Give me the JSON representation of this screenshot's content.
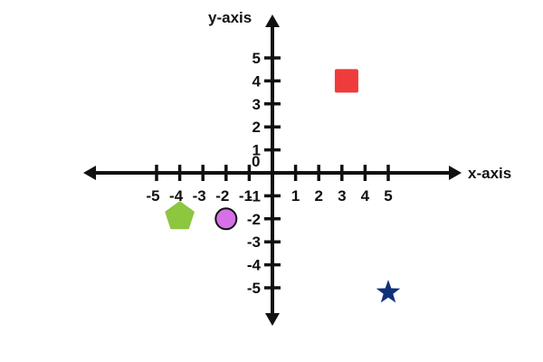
{
  "plane": {
    "x_axis_label": "x-axis",
    "y_axis_label": "y-axis",
    "origin_label": "0",
    "x_range": [
      -5,
      5
    ],
    "y_range": [
      -5,
      5
    ],
    "x_tick_labels": [
      "-5",
      "-4",
      "-3",
      "-2",
      "-1",
      "1",
      "2",
      "3",
      "4",
      "5"
    ],
    "y_tick_labels": [
      "5",
      "4",
      "3",
      "2",
      "1",
      "-1",
      "-2",
      "-3",
      "-4",
      "-5"
    ],
    "axis_color": "#111111"
  },
  "shapes": [
    {
      "name": "red-square",
      "shape": "square",
      "color": "#ef3b3b",
      "x": 3.2,
      "y": 4
    },
    {
      "name": "green-pentagon",
      "shape": "pentagon",
      "color": "#8dc63f",
      "x": -4.0,
      "y": -1.9
    },
    {
      "name": "purple-circle",
      "shape": "circle",
      "color": "#d670e6",
      "x": -2.0,
      "y": -2.0
    },
    {
      "name": "navy-star",
      "shape": "star",
      "color": "#10307a",
      "x": 5.0,
      "y": -5.2
    }
  ]
}
